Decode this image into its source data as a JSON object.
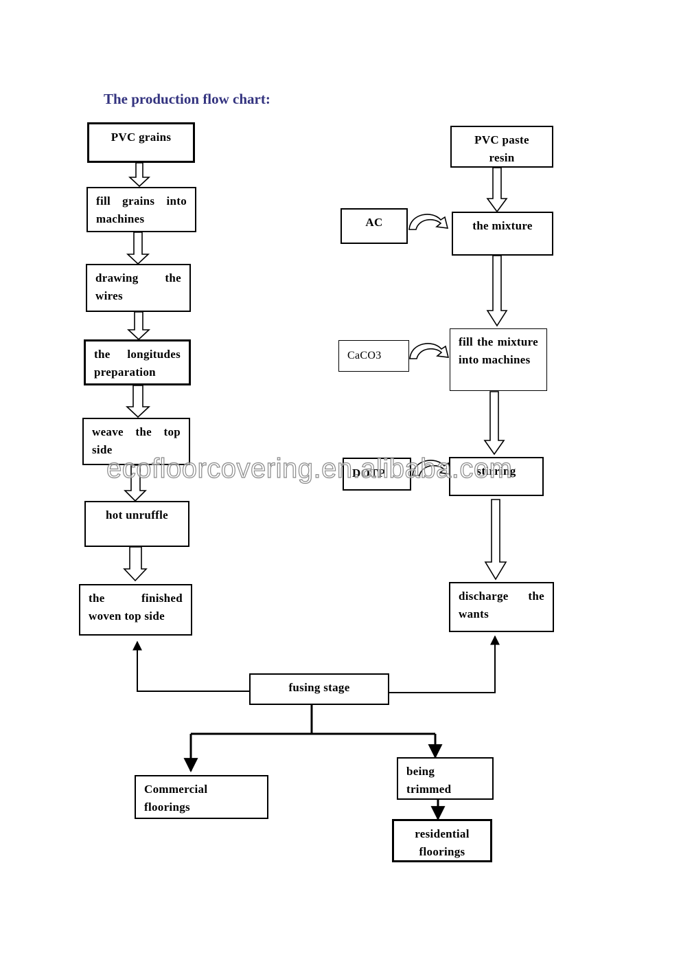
{
  "title": "The production flow chart:",
  "left_column": {
    "pvc_grains": "PVC grains",
    "fill_grains": "fill grains into machines",
    "drawing_wires": "drawing the wires",
    "longitudes": "the longitudes preparation",
    "weave": "weave the top side",
    "hot_unruffle": "hot unruffle",
    "finished": "the finished woven top side"
  },
  "right_column": {
    "pvc_paste": "PVC paste resin",
    "ac": "AC",
    "mixture": "the mixture",
    "caco3": "CaCO3",
    "fill_mixture": "fill the mixture into machines",
    "dotp": "DOTP",
    "stirring": "stirring",
    "discharge": "discharge the wants"
  },
  "bottom": {
    "fusing": "fusing stage",
    "commercial": "Commercial floorings",
    "trimmed": "being trimmed",
    "residential": "residential floorings"
  },
  "watermark": "ecofloorcovering.en.alibaba.com"
}
